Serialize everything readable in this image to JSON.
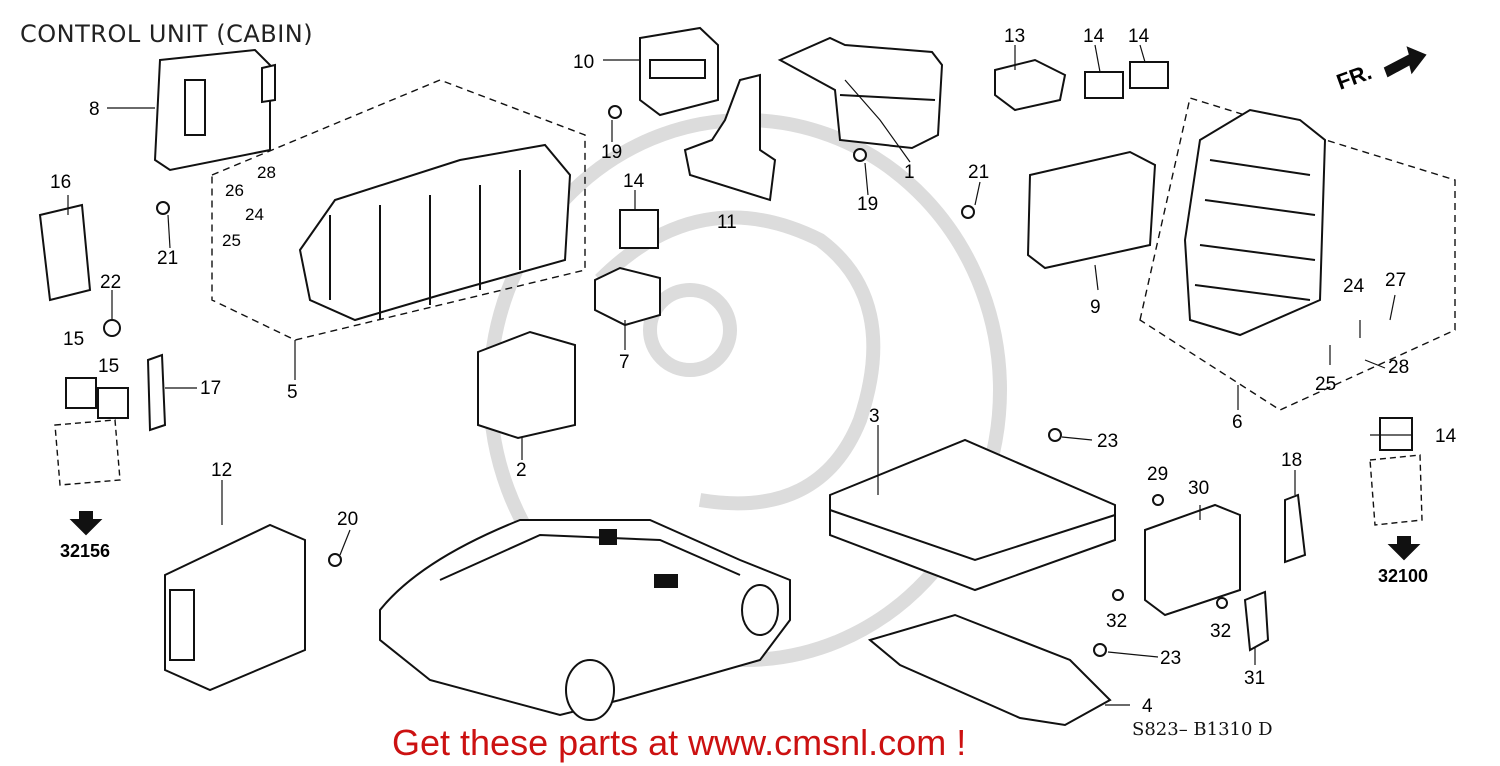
{
  "diagram": {
    "title": "CONTROL UNIT (CABIN)",
    "promo_text": "Get these parts at www.cmsnl.com !",
    "diagram_code": "S823– B1310 D",
    "direction_label": "FR.",
    "ref_codes": {
      "left": "32156",
      "right": "32100"
    },
    "callouts": {
      "c1": "1",
      "c2": "2",
      "c3": "3",
      "c4": "4",
      "c5": "5",
      "c6": "6",
      "c7": "7",
      "c8": "8",
      "c9": "9",
      "c10": "10",
      "c11": "11",
      "c12": "12",
      "c13": "13",
      "c14a": "14",
      "c14b": "14",
      "c14c": "14",
      "c14d": "14",
      "c15a": "15",
      "c15b": "15",
      "c16": "16",
      "c17": "17",
      "c18": "18",
      "c19a": "19",
      "c19b": "19",
      "c20": "20",
      "c21a": "21",
      "c21b": "21",
      "c22": "22",
      "c23a": "23",
      "c23b": "23",
      "c24a": "24",
      "c24b": "24",
      "c25a": "25",
      "c25b": "25",
      "c26": "26",
      "c27": "27",
      "c28a": "28",
      "c28b": "28",
      "c29": "29",
      "c30": "30",
      "c31": "31",
      "c32a": "32",
      "c32b": "32"
    },
    "colors": {
      "ink": "#111111",
      "promo": "#cc1111",
      "watermark": "#dcdcdc"
    }
  }
}
